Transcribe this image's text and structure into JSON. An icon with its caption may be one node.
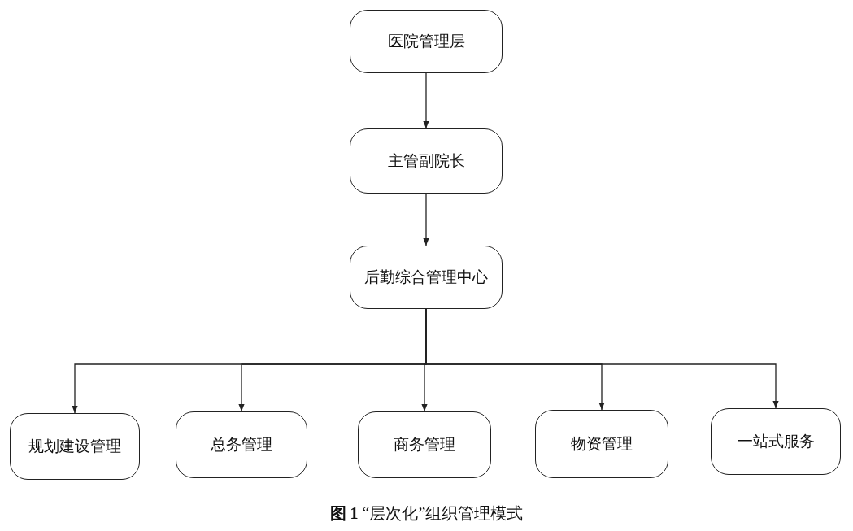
{
  "diagram": {
    "caption": "**图 1** “层次化”组织管理模式",
    "nodes": [
      {
        "text": [
          "医院管理层"
        ]
      },
      {
        "text": [
          "主管副院长"
        ]
      },
      {
        "text": [
          "后勤综合管理中心"
        ]
      },
      {
        "text": [
          "规划建设管理"
        ]
      },
      {
        "text": [
          "总务管理"
        ]
      },
      {
        "text": [
          "商务管理"
        ]
      },
      {
        "text": [
          "物资管理"
        ]
      },
      {
        "text": [
          "一站式服务"
        ]
      }
    ],
    "edges": [
      {
        "from": 0,
        "to": 1,
        "arrow": "to"
      },
      {
        "from": 1,
        "to": 2,
        "arrow": "to"
      },
      {
        "from": 2,
        "to": 3,
        "arrow": "to"
      },
      {
        "from": 2,
        "to": 4,
        "arrow": "to"
      },
      {
        "from": 2,
        "to": 5,
        "arrow": "to"
      },
      {
        "from": 2,
        "to": 6,
        "arrow": "to"
      },
      {
        "from": 2,
        "to": 7,
        "arrow": "to"
      }
    ]
  }
}
